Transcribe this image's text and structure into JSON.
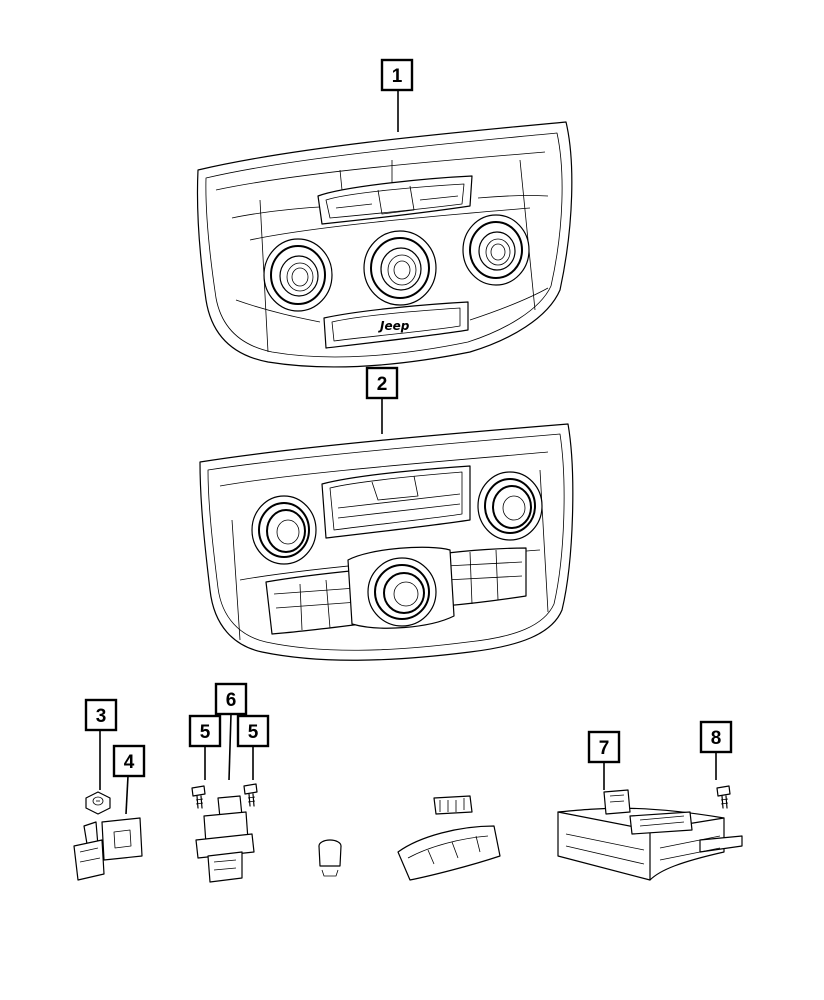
{
  "callouts": [
    {
      "id": "c1",
      "label": "1"
    },
    {
      "id": "c2",
      "label": "2"
    },
    {
      "id": "c3",
      "label": "3"
    },
    {
      "id": "c4",
      "label": "4"
    },
    {
      "id": "c5a",
      "label": "5"
    },
    {
      "id": "c5b",
      "label": "5"
    },
    {
      "id": "c6",
      "label": "6"
    },
    {
      "id": "c7",
      "label": "7"
    },
    {
      "id": "c8",
      "label": "8"
    }
  ],
  "parts": {
    "bezel_1": {
      "logo_text": "Jeep"
    }
  }
}
